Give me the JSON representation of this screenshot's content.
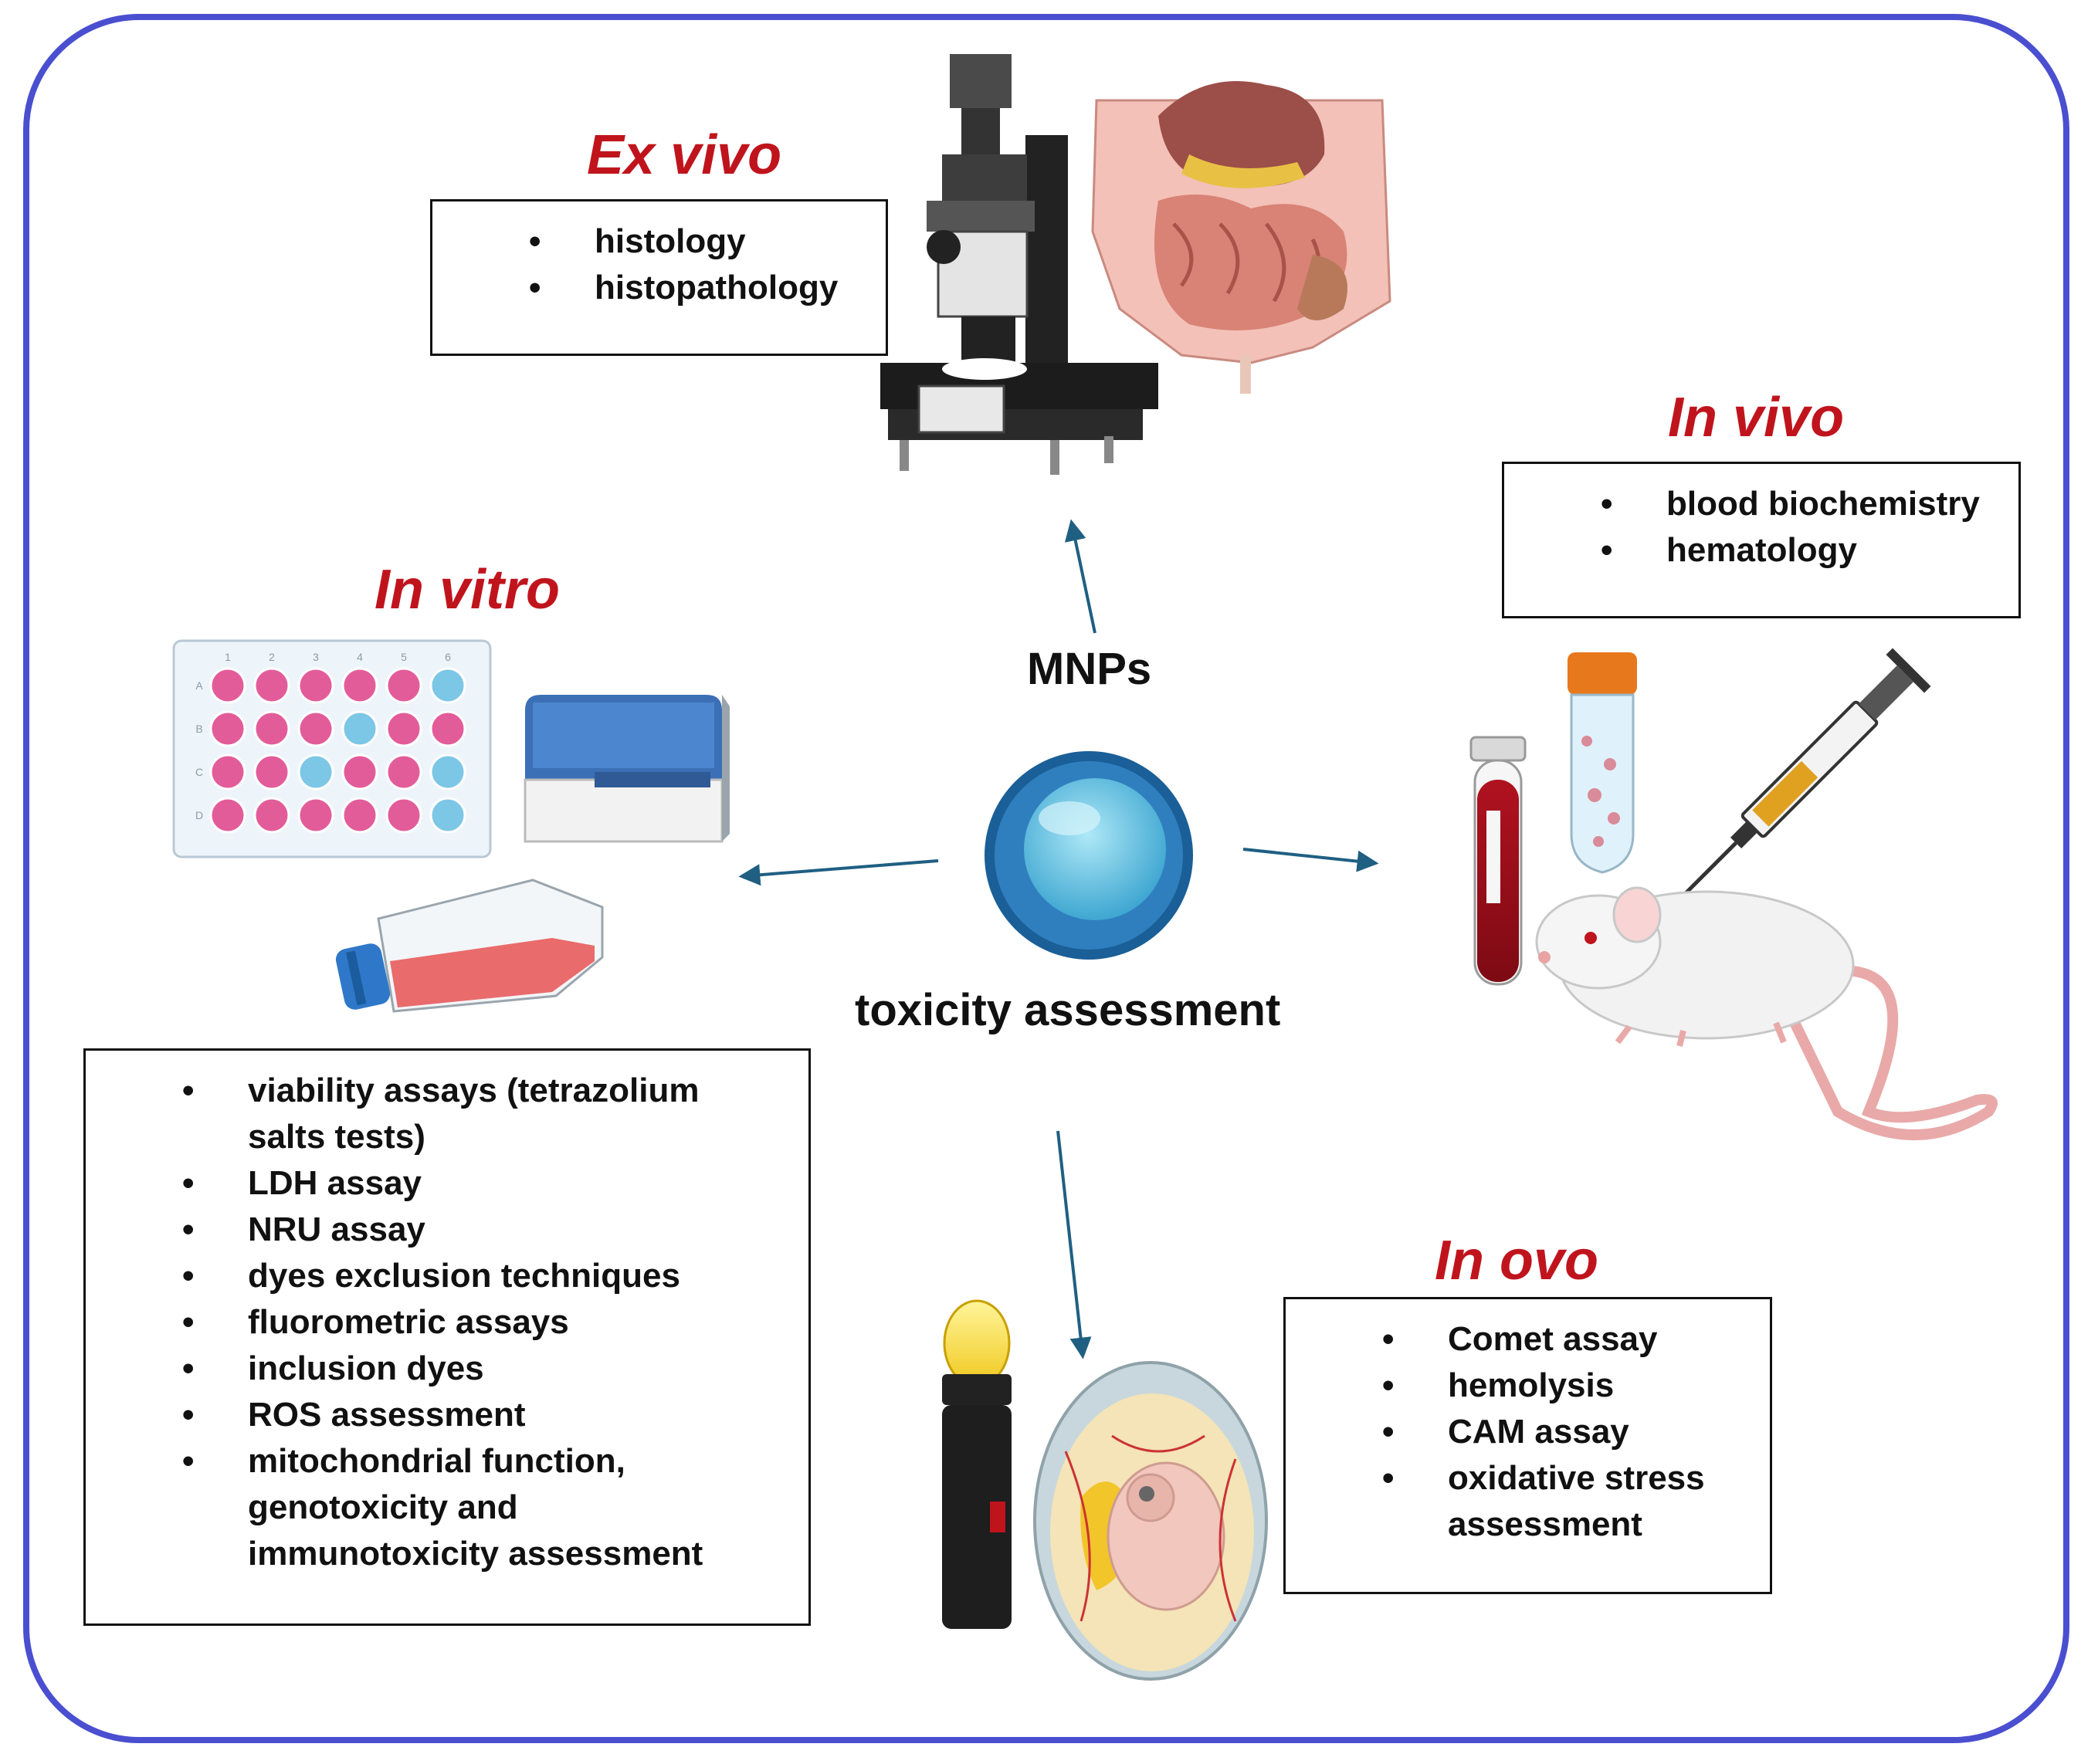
{
  "center": {
    "top_label": "MNPs",
    "bottom_label": "toxicity assessment"
  },
  "ex_vivo": {
    "title": "Ex vivo",
    "items": [
      "histology",
      "histopathology"
    ]
  },
  "in_vivo": {
    "title": "In vivo",
    "items": [
      "blood biochemistry",
      "hematology"
    ]
  },
  "in_vitro": {
    "title": "In vitro",
    "items": [
      "viability assays (tetrazolium salts tests)",
      "LDH assay",
      "NRU assay",
      "dyes exclusion techniques",
      "fluorometric assays",
      "inclusion dyes",
      "ROS assessment",
      "mitochondrial function, genotoxicity and immunotoxicity assessment"
    ]
  },
  "in_ovo": {
    "title": "In ovo",
    "items": [
      "Comet assay",
      "hemolysis",
      "CAM assay",
      "oxidative stress assessment"
    ]
  },
  "well_plate": {
    "column_labels": [
      "1",
      "2",
      "3",
      "4",
      "5",
      "6"
    ],
    "row_labels": [
      "A",
      "B",
      "C",
      "D"
    ]
  },
  "colors": {
    "frame": "#4a4fd0",
    "heading": "#c0141d",
    "arrow": "#1f5f82",
    "well_pink": "#e35c9a",
    "well_blue": "#7cc6e6"
  }
}
